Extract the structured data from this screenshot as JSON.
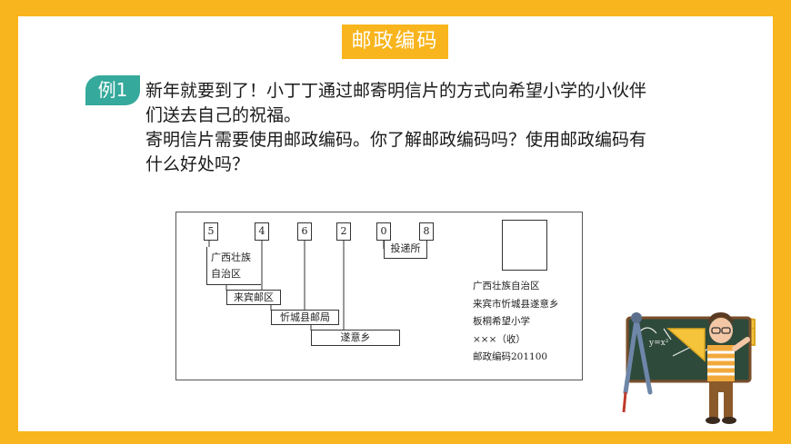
{
  "header": {
    "title": "邮政编码"
  },
  "example": {
    "badge": "例1",
    "lines": [
      "新年就要到了！小丁丁通过邮寄明信片的方式向希望小学的小伙伴",
      "们送去自己的祝福。",
      "寄明信片需要使用邮政编码。你了解邮政编码吗？使用邮政编码有",
      "什么好处吗？"
    ]
  },
  "diagram": {
    "digits": [
      "5",
      "4",
      "6",
      "2",
      "0",
      "8"
    ],
    "labels": {
      "province": [
        "广西壮族",
        "自治区"
      ],
      "city": "来宾邮区",
      "county": "忻城县邮局",
      "town": "遂意乡",
      "post_office": "投递所"
    },
    "address": [
      "广西壮族自治区",
      "来宾市忻城县遂意乡",
      "板桐希望小学",
      "×××（收）",
      "邮政编码201100"
    ]
  },
  "colors": {
    "frame": "#F9B51D",
    "badge": "#35A99B",
    "board": "#2E4A3B"
  },
  "illustration": {
    "icon": "teacher-at-chalkboard-icon"
  }
}
